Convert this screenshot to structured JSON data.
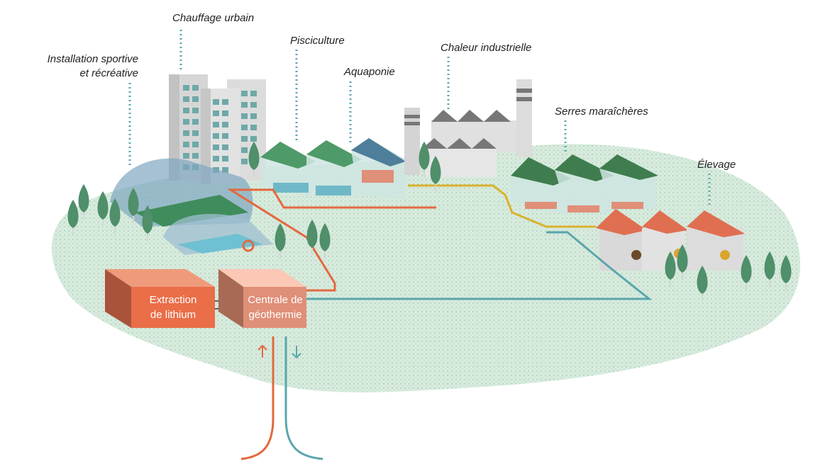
{
  "labels": {
    "chauffage": "Chauffage urbain",
    "installation_1": "Installation sportive",
    "installation_2": "et récréative",
    "pisciculture": "Pisciculture",
    "aquaponie": "Aquaponie",
    "chaleur": "Chaleur industrielle",
    "serres": "Serres maraîchères",
    "elevage": "Élevage"
  },
  "boxes": {
    "extraction_1": "Extraction",
    "extraction_2": "de lithium",
    "centrale_1": "Centrale de",
    "centrale_2": "géothermie"
  },
  "colors": {
    "ground": "#d7ebdd",
    "hot_pipe": "#e4683f",
    "cold_pipe": "#5aa6ad",
    "industrial_pipe": "#d9b22e",
    "extraction": "#ea6e48",
    "centrale": "#e08f78",
    "tree": "#4f8f6a",
    "greenhouse_roof": "#4e9a68",
    "barn_roof": "#e06f52"
  }
}
